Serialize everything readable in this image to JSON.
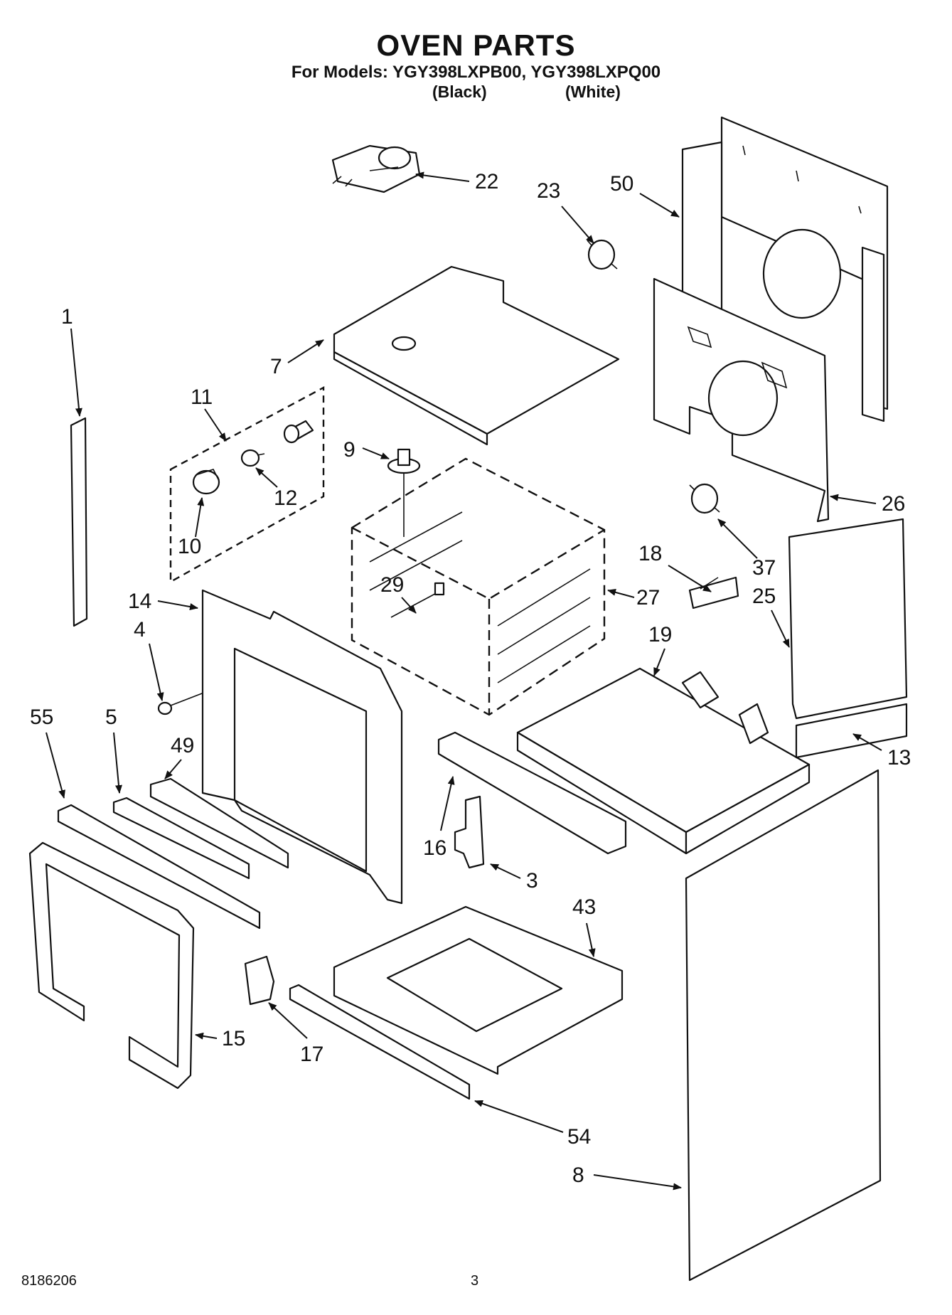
{
  "header": {
    "title": "OVEN PARTS",
    "models": "For Models: YGY398LXPB00, YGY398LXPQ00",
    "variant_black": "(Black)",
    "variant_white": "(White)"
  },
  "callouts": [
    "1",
    "3",
    "4",
    "5",
    "7",
    "8",
    "9",
    "10",
    "11",
    "12",
    "13",
    "14",
    "15",
    "16",
    "17",
    "18",
    "19",
    "22",
    "23",
    "25",
    "26",
    "27",
    "29",
    "37",
    "43",
    "49",
    "50",
    "54",
    "55"
  ],
  "footer": {
    "doc_number": "8186206",
    "page_number": "3"
  }
}
